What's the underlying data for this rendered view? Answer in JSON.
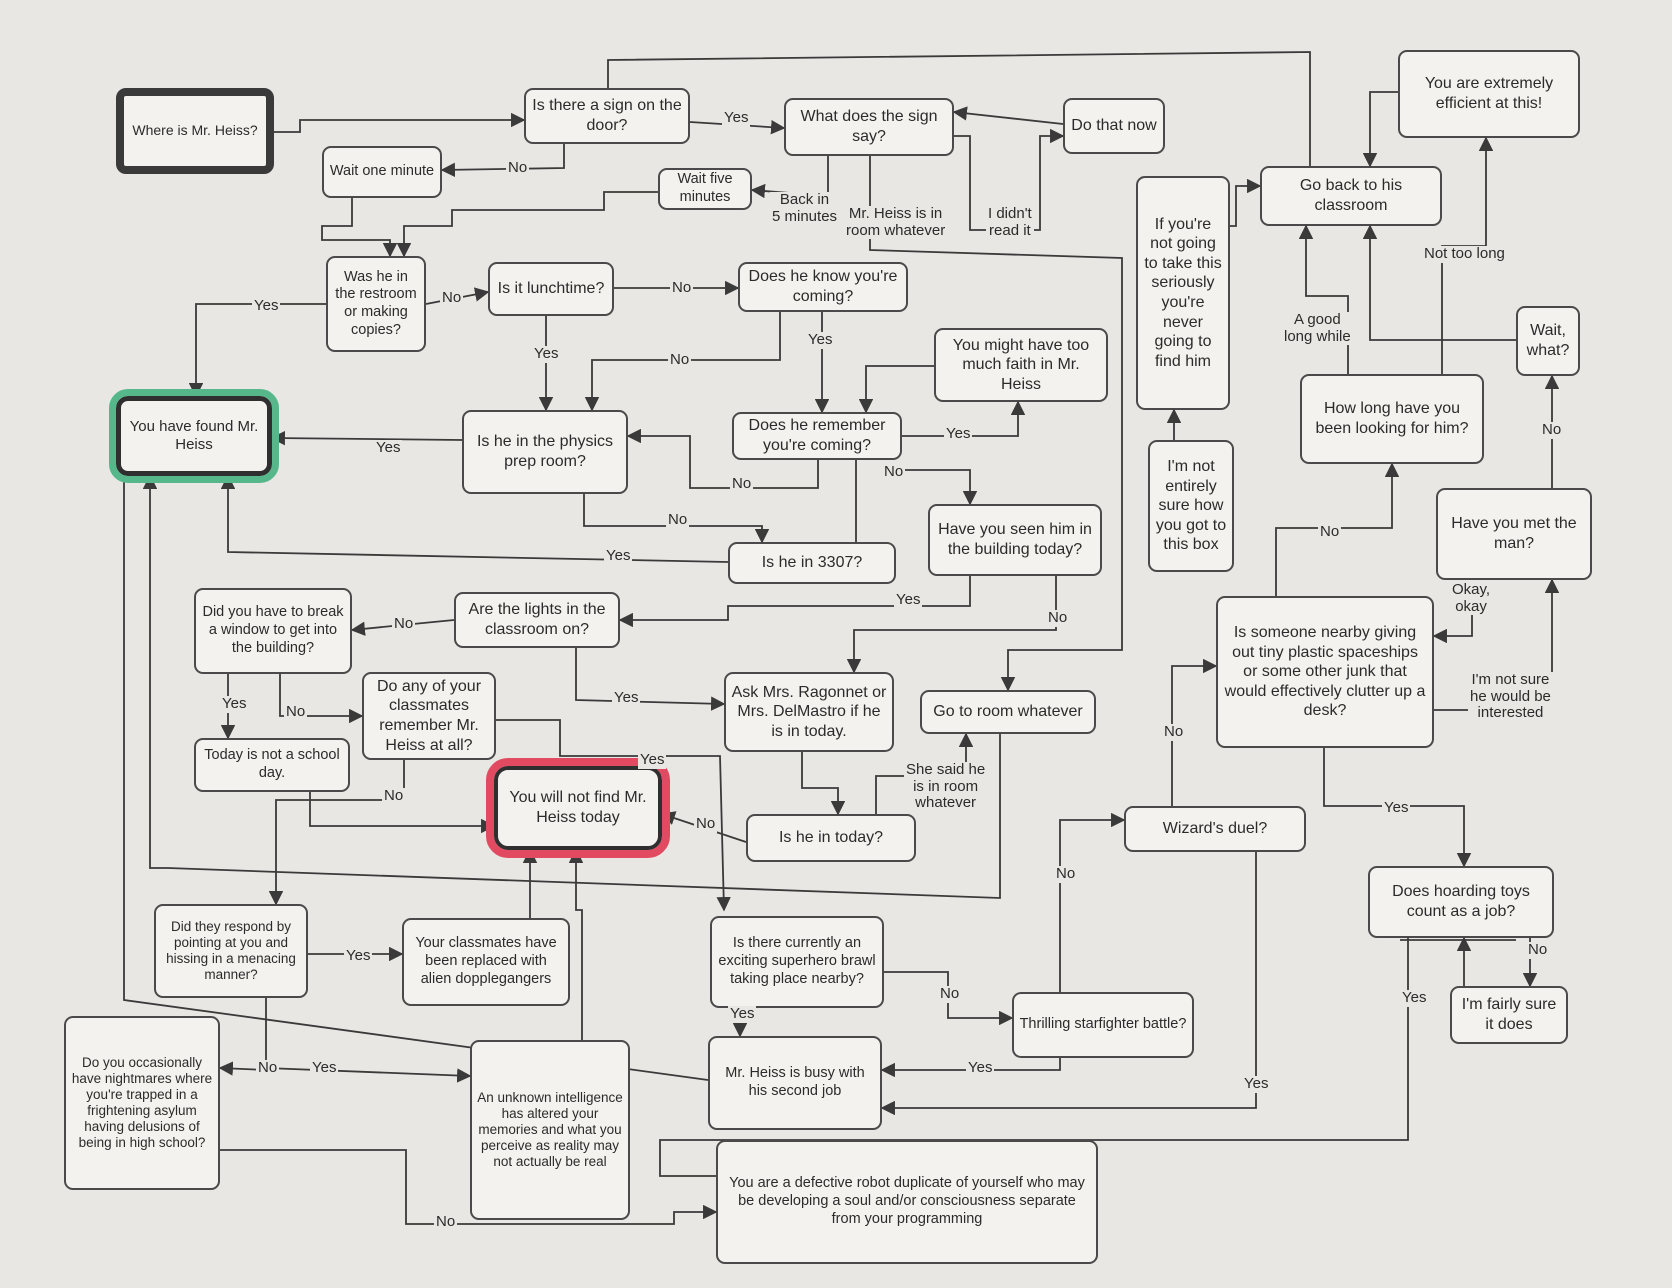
{
  "nodes": {
    "start": "Where is Mr. Heiss?",
    "sign": "Is there a sign on the door?",
    "sign_say": "What does the sign say?",
    "do_now": "Do that now",
    "wait_one": "Wait one minute",
    "wait_five": "Wait five minutes",
    "restroom": "Was he in the restroom or making copies?",
    "lunch": "Is it lunchtime?",
    "know": "Does he know you're coming?",
    "faith": "You might have too much faith in Mr. Heiss",
    "remember": "Does he remember you're coming?",
    "found": "You have found Mr. Heiss",
    "physics": "Is he in the physics prep room?",
    "r3307": "Is he in 3307?",
    "seen": "Have you seen him in the building today?",
    "break": "Did you have to break a window to get into the building?",
    "lights": "Are the lights in the classroom on?",
    "classmates": "Do any of your classmates remember Mr. Heiss at all?",
    "ask": "Ask Mrs. Ragonnet or Mrs. DelMastro if he is in today.",
    "goto": "Go to room whatever",
    "noschool": "Today is not a school day.",
    "notfound": "You will not find Mr. Heiss today",
    "today": "Is he in today?",
    "point": "Did they respond by pointing at you and hissing in a menacing manner?",
    "alien": "Your classmates have been replaced with alien dopplegangers",
    "superhero": "Is there currently an exciting superhero brawl taking place nearby?",
    "starfighter": "Thrilling starfighter battle?",
    "wizard": "Wizard's duel?",
    "nightmare": "Do you occasionally have nightmares where you're trapped in a frightening asylum having delusions of being in high school?",
    "ai": "An unknown intelligence has altered your memories and what you perceive as reality may not actually be real",
    "busy": "Mr. Heiss is busy with his second job",
    "robot": "You are a defective robot duplicate of yourself who may be developing a soul and/or consciousness separate from your programming",
    "seriously": "If you're not going to take this seriously you're never going to find him",
    "notsure_box": "I'm not entirely sure how you got to this box",
    "goback": "Go back to his classroom",
    "efficient": "You are extremely efficient at this!",
    "howlong": "How long have you been looking for him?",
    "waitwhat": "Wait, what?",
    "metman": "Have you met the man?",
    "spaceships": "Is someone nearby giving out tiny plastic spaceships or some other junk that would effectively clutter up a desk?",
    "hoarding": "Does hoarding toys count as a job?",
    "fairly": "I'm fairly sure it does"
  },
  "labels": {
    "yes": "Yes",
    "no": "No",
    "back5": "Back in\n5 minutes",
    "roomwhatever": "Mr. Heiss is in\nroom whatever",
    "didnt": "I didn't\nread it",
    "saidroom": "She said he\nis in room\nwhatever",
    "goodwhile": "A good\nlong while",
    "nottoolong": "Not too long",
    "okay": "Okay,\nokay",
    "notsure": "I'm not sure\nhe would be\ninterested"
  }
}
